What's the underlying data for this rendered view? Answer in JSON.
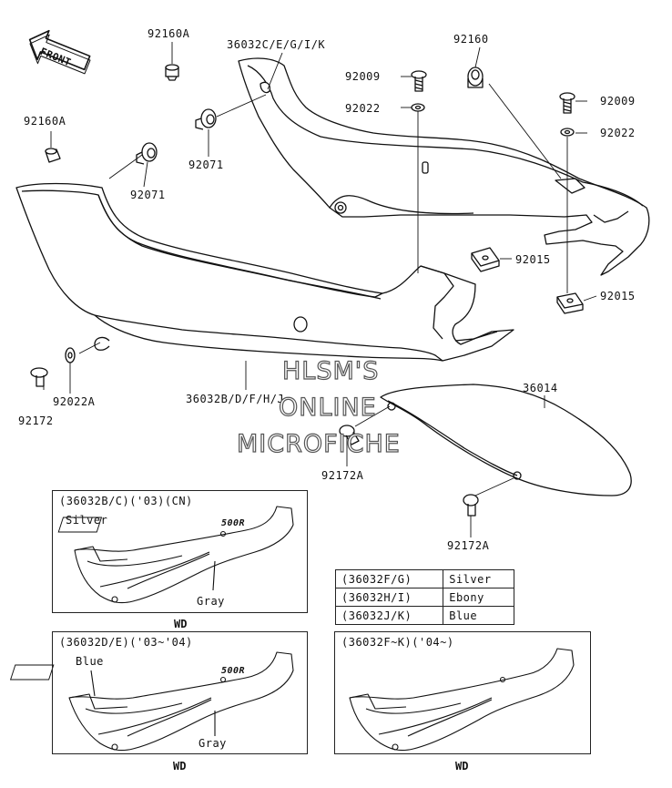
{
  "front_badge": "FRONT",
  "callouts": {
    "c_92160A_top": "92160A",
    "c_36032CEGIK": "36032C/E/G/I/K",
    "c_92160_top": "92160",
    "c_92009_left": "92009",
    "c_92022_left": "92022",
    "c_92009_right": "92009",
    "c_92022_right": "92022",
    "c_92160A_left": "92160A",
    "c_92071_a": "92071",
    "c_92071_b": "92071",
    "c_92015_a": "92015",
    "c_92015_b": "92015",
    "c_92172": "92172",
    "c_92022A": "92022A",
    "c_36032BDFHJ": "36032B/D/F/H/J",
    "c_36014": "36014",
    "c_92172A_a": "92172A",
    "c_92172A_b": "92172A"
  },
  "watermark": {
    "line1": "HLSM'S",
    "line2": "ONLINE",
    "line3": "MICROFICHE"
  },
  "variant_boxes": {
    "box1": {
      "title": "(36032B/C)('03)(CN)",
      "label_a": "Silver",
      "label_b": "Gray",
      "footer": "WD",
      "decal": "500R"
    },
    "box2": {
      "title": "(36032D/E)('03~'04)",
      "label_a": "Blue",
      "label_b": "Gray",
      "footer": "WD",
      "decal": "500R"
    },
    "box3": {
      "title": "(36032F~K)('04~)",
      "footer": "WD"
    }
  },
  "color_table": [
    {
      "code": "(36032F/G)",
      "color": "Silver"
    },
    {
      "code": "(36032H/I)",
      "color": "Ebony"
    },
    {
      "code": "(36032J/K)",
      "color": "Blue"
    }
  ]
}
